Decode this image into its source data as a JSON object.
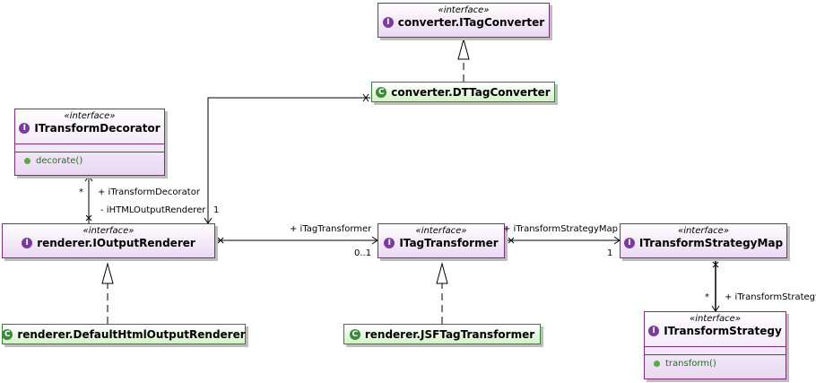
{
  "stereotype": "«interface»",
  "badges": {
    "interface": "I",
    "class": "C"
  },
  "colors": {
    "interface_border": "#7a2f7a",
    "class_border": "#3d7a3d",
    "interface_fill": "#ead8f2",
    "class_fill": "#d4f2c8"
  },
  "nodes": {
    "itagconverter": {
      "name": "converter.ITagConverter"
    },
    "dttagconverter": {
      "name": "converter.DTTagConverter"
    },
    "itransformdecorator": {
      "name": "ITransformDecorator",
      "operation": "decorate()"
    },
    "ioutputrenderer": {
      "name": "renderer.IOutputRenderer"
    },
    "itagtransformer": {
      "name": "ITagTransformer"
    },
    "itransformstrategymap": {
      "name": "ITransformStrategyMap"
    },
    "itransformstrategy": {
      "name": "ITransformStrategy",
      "operation": "transform()"
    },
    "defaulthtmloutputrenderer": {
      "name": "renderer.DefaultHtmlOutputRenderer"
    },
    "jsftagtransformer": {
      "name": "renderer.JSFTagTransformer"
    }
  },
  "labels": {
    "decorator_multiplicity": "*",
    "decorator_role": "+ iTransformDecorator",
    "renderer_role": "- iHTMLOutputRenderer",
    "converter_multiplicity": "1",
    "tagtransformer_role": "+ iTagTransformer",
    "tagtransformer_multiplicity": "0..1",
    "strategymap_role": "+ iTransformStrategyMap",
    "strategymap_multiplicity": "1",
    "strategy_multiplicity": "*",
    "strategy_role": "+ iTransformStrategy"
  }
}
